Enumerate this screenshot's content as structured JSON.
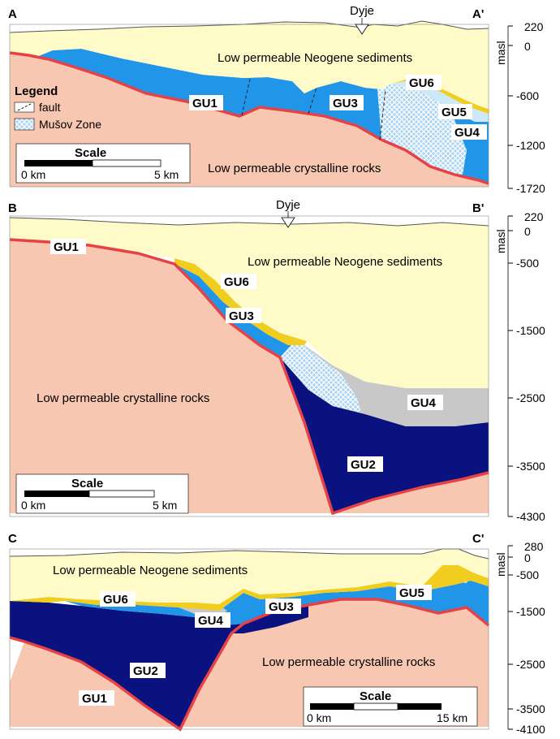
{
  "sections": [
    {
      "id": "A",
      "label_left": "A",
      "label_right": "A'",
      "river": "Dyje",
      "axis_unit": "masl",
      "axis_ticks": [
        "220",
        "0",
        "-600",
        "-1200",
        "-1720"
      ],
      "sediments_label": "Low permeable Neogene sediments",
      "crystalline_label": "Low permeable crystalline rocks",
      "units": [
        "GU1",
        "GU3",
        "GU6",
        "GU5",
        "GU4"
      ],
      "legend": {
        "title": "Legend",
        "fault": "fault",
        "musov": "Mušov Zone"
      },
      "scale": {
        "title": "Scale",
        "start": "0 km",
        "end": "5 km"
      }
    },
    {
      "id": "B",
      "label_left": "B",
      "label_right": "B'",
      "river": "Dyje",
      "axis_unit": "masl",
      "axis_ticks": [
        "220",
        "0",
        "-500",
        "-1500",
        "-2500",
        "-3500",
        "-4300"
      ],
      "sediments_label": "Low permeable Neogene sediments",
      "crystalline_label": "Low permeable crystalline rocks",
      "units": [
        "GU1",
        "GU6",
        "GU3",
        "GU4",
        "GU2"
      ],
      "scale": {
        "title": "Scale",
        "start": "0 km",
        "end": "5 km"
      }
    },
    {
      "id": "C",
      "label_left": "C",
      "label_right": "C'",
      "axis_unit": "masl",
      "axis_ticks": [
        "280",
        "0",
        "-500",
        "-1500",
        "-2500",
        "-3500",
        "-4100"
      ],
      "sediments_label": "Low permeable Neogene sediments",
      "crystalline_label": "Low permeable crystalline rocks",
      "units": [
        "GU6",
        "GU4",
        "GU3",
        "GU5",
        "GU2",
        "GU1"
      ],
      "scale": {
        "title": "Scale",
        "start": "0 km",
        "end": "15 km"
      }
    }
  ],
  "colors": {
    "sediments": "#fffbc9",
    "crystalline": "#f8c7b1",
    "basement_line": "#e64246",
    "gu2": "#0a1280",
    "gu3": "#2196e8",
    "gu4": "#c8c8c8",
    "gu5": "#cde8f7",
    "gu6": "#f0cd1e",
    "musov": "#a7d3f3"
  }
}
